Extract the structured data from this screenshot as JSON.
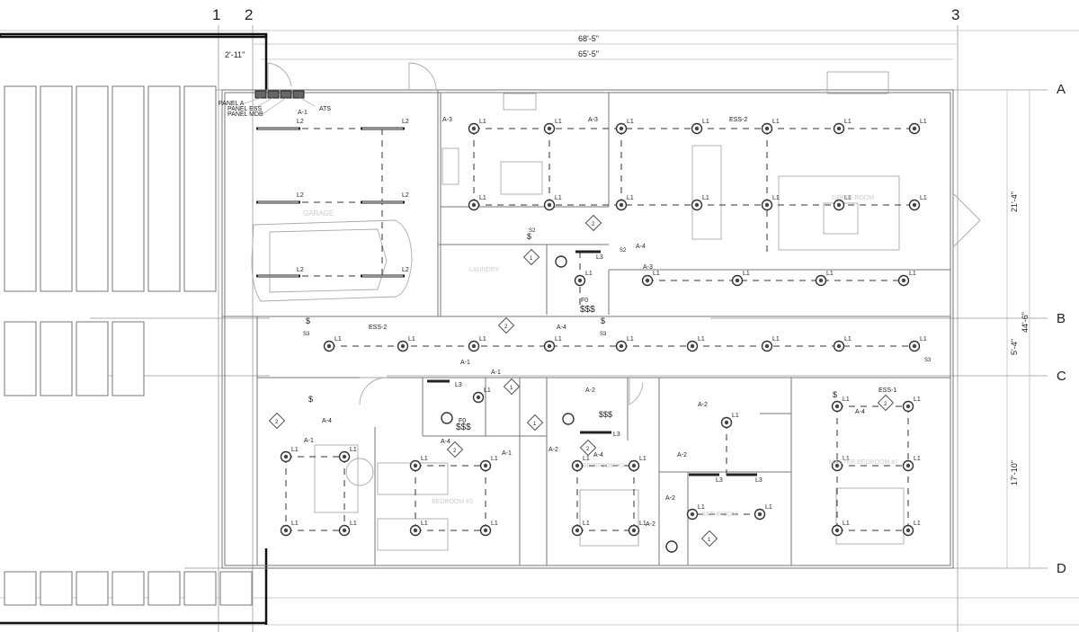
{
  "grid_labels": {
    "g1": "1",
    "g2": "2",
    "g3": "3",
    "gA": "A",
    "gB": "B",
    "gC": "C",
    "gD": "D"
  },
  "dimensions": {
    "overall": "68'-5\"",
    "inner": "65'-5\"",
    "garage_door": "2'-11\"",
    "dim_right_1": "21'-4\"",
    "dim_right_2": "5'-4\"",
    "dim_right_3": "44'-6\"",
    "dim_right_4": "17'-10\""
  },
  "panels": {
    "panel_a": "PANEL A",
    "panel_ess": "PANEL ESS",
    "panel_mdb": "PANEL MDB",
    "ats": "ATS"
  },
  "fixtures": {
    "l1": "L1",
    "l2": "L2",
    "l3": "L3",
    "f0": "F0"
  },
  "circuits": {
    "a1": "A-1",
    "a2": "A-2",
    "a3": "A-3",
    "a4": "A-4",
    "ess1": "ESS-1",
    "ess2": "ESS-2"
  },
  "switches": {
    "s2": "S2",
    "s3": "S3",
    "triple": "$$$",
    "single": "$"
  },
  "bubbles": {
    "b1": "1",
    "b2": "2"
  },
  "rooms": {
    "garage": "GARAGE",
    "laundry": "LAUNDRY",
    "great_room": "GREAT ROOM",
    "bedroom3": "BEDROOM #3",
    "bedroom2": "BEDROOM #2",
    "master_bedroom": "MASTER BEDROOM #1",
    "bathroom": "BATHROOM"
  },
  "colors": {
    "line": "#777777",
    "ink": "#222222",
    "grid": "#999999",
    "paper": "#ffffff"
  }
}
